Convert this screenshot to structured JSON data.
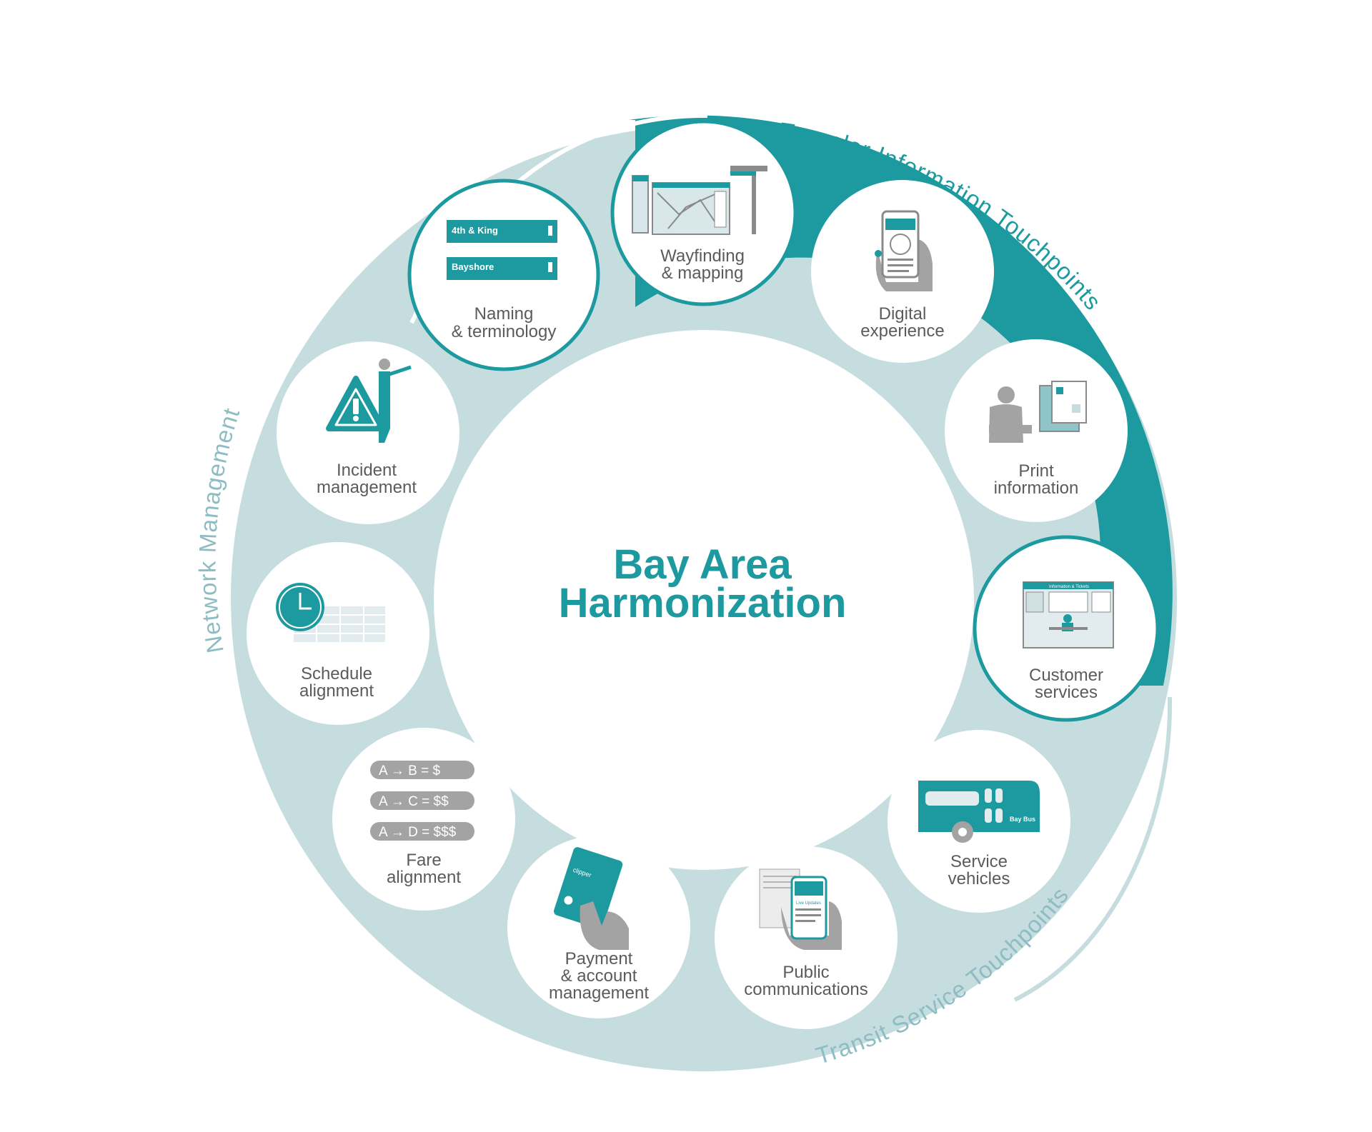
{
  "colors": {
    "teal": "#1c9aa0",
    "light_teal": "#c6dde0",
    "grey": "#a3a3a3",
    "text": "#5b5b5b"
  },
  "center": {
    "line1": "Bay Area",
    "line2": "Harmonization"
  },
  "groups": {
    "traveler": "Traveler Information Touchpoints",
    "network": "Network Management",
    "transit": "Transit Service Touchpoints"
  },
  "nodes": {
    "naming": {
      "line1": "Naming",
      "line2": "& terminology",
      "sign1": "4th & King",
      "sign2": "Bayshore",
      "icon": "station-sign-icon"
    },
    "wayfinding": {
      "line1": "Wayfinding",
      "line2": "& mapping",
      "icon": "wayfinding-map-icon"
    },
    "digital": {
      "line1": "Digital",
      "line2": "experience",
      "icon": "phone-in-hand-icon"
    },
    "print": {
      "line1": "Print",
      "line2": "information",
      "icon": "print-brochure-icon"
    },
    "customer": {
      "line1": "Customer",
      "line2": "services",
      "kiosk_label": "Information & Tickets",
      "icon": "service-counter-icon"
    },
    "service": {
      "line1": "Service",
      "line2": "vehicles",
      "bus_logo": "Bay Bus",
      "icon": "bus-icon"
    },
    "public": {
      "line1": "Public",
      "line2": "communications",
      "phone_title": "Live Updates",
      "icon": "phone-updates-icon"
    },
    "payment": {
      "line1": "Payment",
      "line2": "& account",
      "line3": "management",
      "card_label": "clipper",
      "icon": "fare-card-icon"
    },
    "fare": {
      "line1": "Fare",
      "line2": "alignment",
      "pills": [
        "A → B = $",
        "A → C = $$",
        "A → D = $$$"
      ],
      "icon": "fare-table-icon"
    },
    "schedule": {
      "line1": "Schedule",
      "line2": "alignment",
      "icon": "clock-timetable-icon"
    },
    "incident": {
      "line1": "Incident",
      "line2": "management",
      "icon": "warning-person-icon"
    }
  }
}
